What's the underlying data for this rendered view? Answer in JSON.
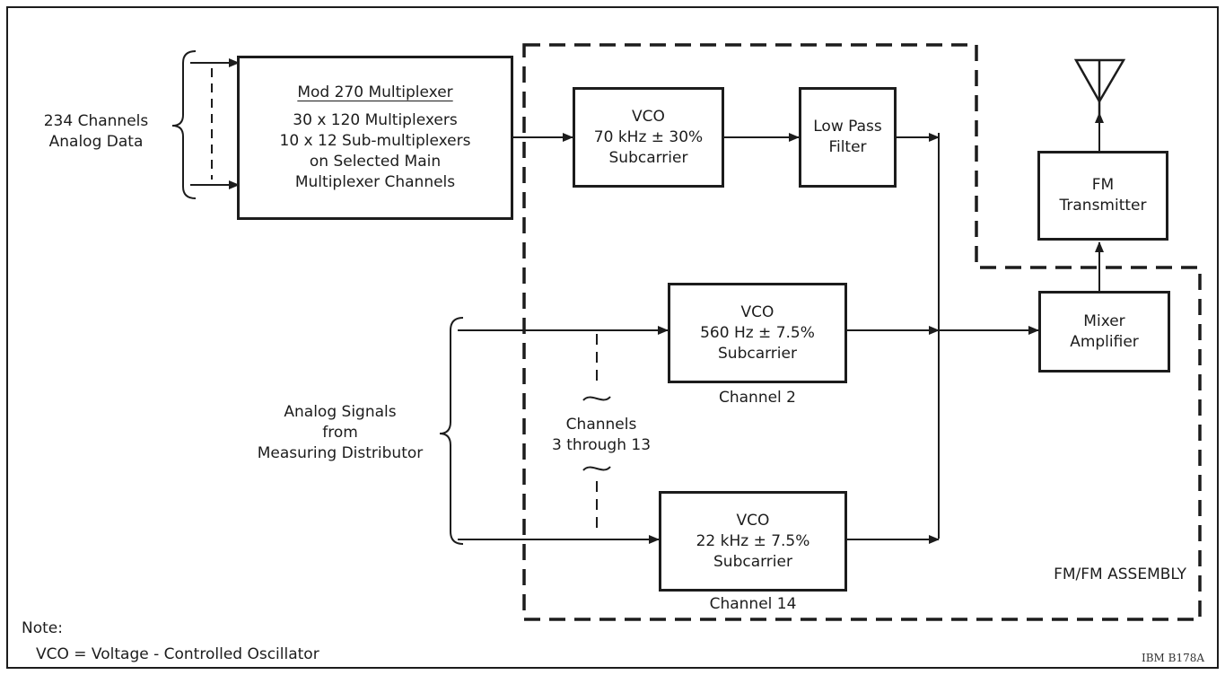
{
  "multiplexer": {
    "title": "Mod 270 Multiplexer",
    "lines": [
      "30 x 120 Multiplexers",
      "10 x 12 Sub-multiplexers",
      "on Selected Main",
      "Multiplexer Channels"
    ]
  },
  "input_analog_data": {
    "lines": [
      "234 Channels",
      "Analog Data"
    ]
  },
  "vco_70": {
    "lines": [
      "VCO",
      "70 kHz ± 30%",
      "Subcarrier"
    ]
  },
  "low_pass_filter": {
    "lines": [
      "Low Pass",
      "Filter"
    ]
  },
  "vco_560": {
    "lines": [
      "VCO",
      "560 Hz ± 7.5%",
      "Subcarrier"
    ],
    "channel": "Channel 2"
  },
  "vco_22k": {
    "lines": [
      "VCO",
      "22 kHz ± 7.5%",
      "Subcarrier"
    ],
    "channel": "Channel 14"
  },
  "channels_range": {
    "lines": [
      "Channels",
      "3 through 13"
    ]
  },
  "analog_signals": {
    "lines": [
      "Analog Signals",
      "from",
      "Measuring Distributor"
    ]
  },
  "mixer_amplifier": {
    "lines": [
      "Mixer",
      "Amplifier"
    ]
  },
  "fm_transmitter": {
    "lines": [
      "FM",
      "Transmitter"
    ]
  },
  "assembly_label": "FM/FM ASSEMBLY",
  "note": {
    "heading": "Note:",
    "text": "VCO = Voltage - Controlled Oscillator"
  },
  "figure_id": "IBM B178A"
}
